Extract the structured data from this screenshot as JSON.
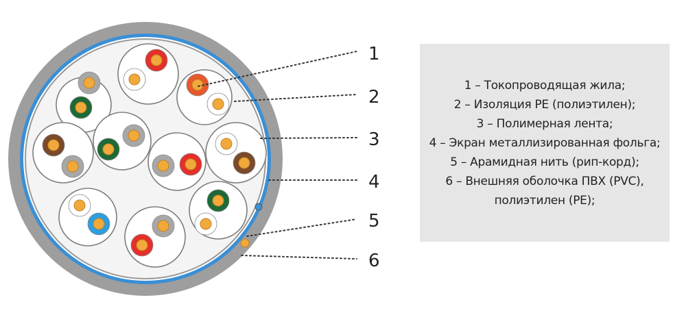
{
  "callouts": [
    "1",
    "2",
    "3",
    "4",
    "5",
    "6"
  ],
  "legend": [
    "1 – Токопроводящая жила;",
    "2 – Изоляция PE (полиэтилен);",
    "3 – Полимерная лента;",
    "4 – Экран металлизированная фольга;",
    "5 – Арамидная нить (рип-корд);",
    "6 – Внешняя оболочка ПВХ (PVC),",
    "полиэтилен (PE);"
  ],
  "colors": {
    "outer_jacket": "#9e9e9e",
    "foil_shield": "#3a8fd6",
    "core_fill": "#f4f4f4",
    "conductor": "#f2a93b",
    "insulation_white": "#ffffff",
    "insulation_gray": "#a7a7a7",
    "insulation_red": "#e5302a",
    "insulation_orange": "#e8582c",
    "insulation_green": "#1e6a36",
    "insulation_brown": "#7a4a2a",
    "insulation_blue": "#2c9fe0",
    "legend_background": "#e6e6e6"
  }
}
